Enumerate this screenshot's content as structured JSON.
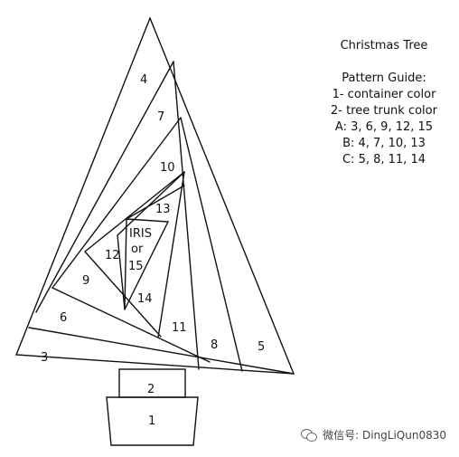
{
  "guide": {
    "title": "Christmas Tree",
    "heading": "Pattern Guide:",
    "lines": [
      "1- container color",
      "2- tree trunk color",
      "A: 3, 6, 9, 12, 15",
      "B: 4, 7, 10, 13",
      "C: 5, 8, 11, 14"
    ]
  },
  "diagram": {
    "labels": {
      "n1": "1",
      "n2": "2",
      "n3": "3",
      "n4": "4",
      "n5": "5",
      "n6": "6",
      "n7": "7",
      "n8": "8",
      "n9": "9",
      "n10": "10",
      "n11": "11",
      "n12": "12",
      "n13": "13",
      "n14": "14",
      "center_iris": "IRIS",
      "center_or": "or",
      "center_15": "15"
    }
  },
  "watermark": {
    "text": "微信号: DingLiQun0830"
  }
}
